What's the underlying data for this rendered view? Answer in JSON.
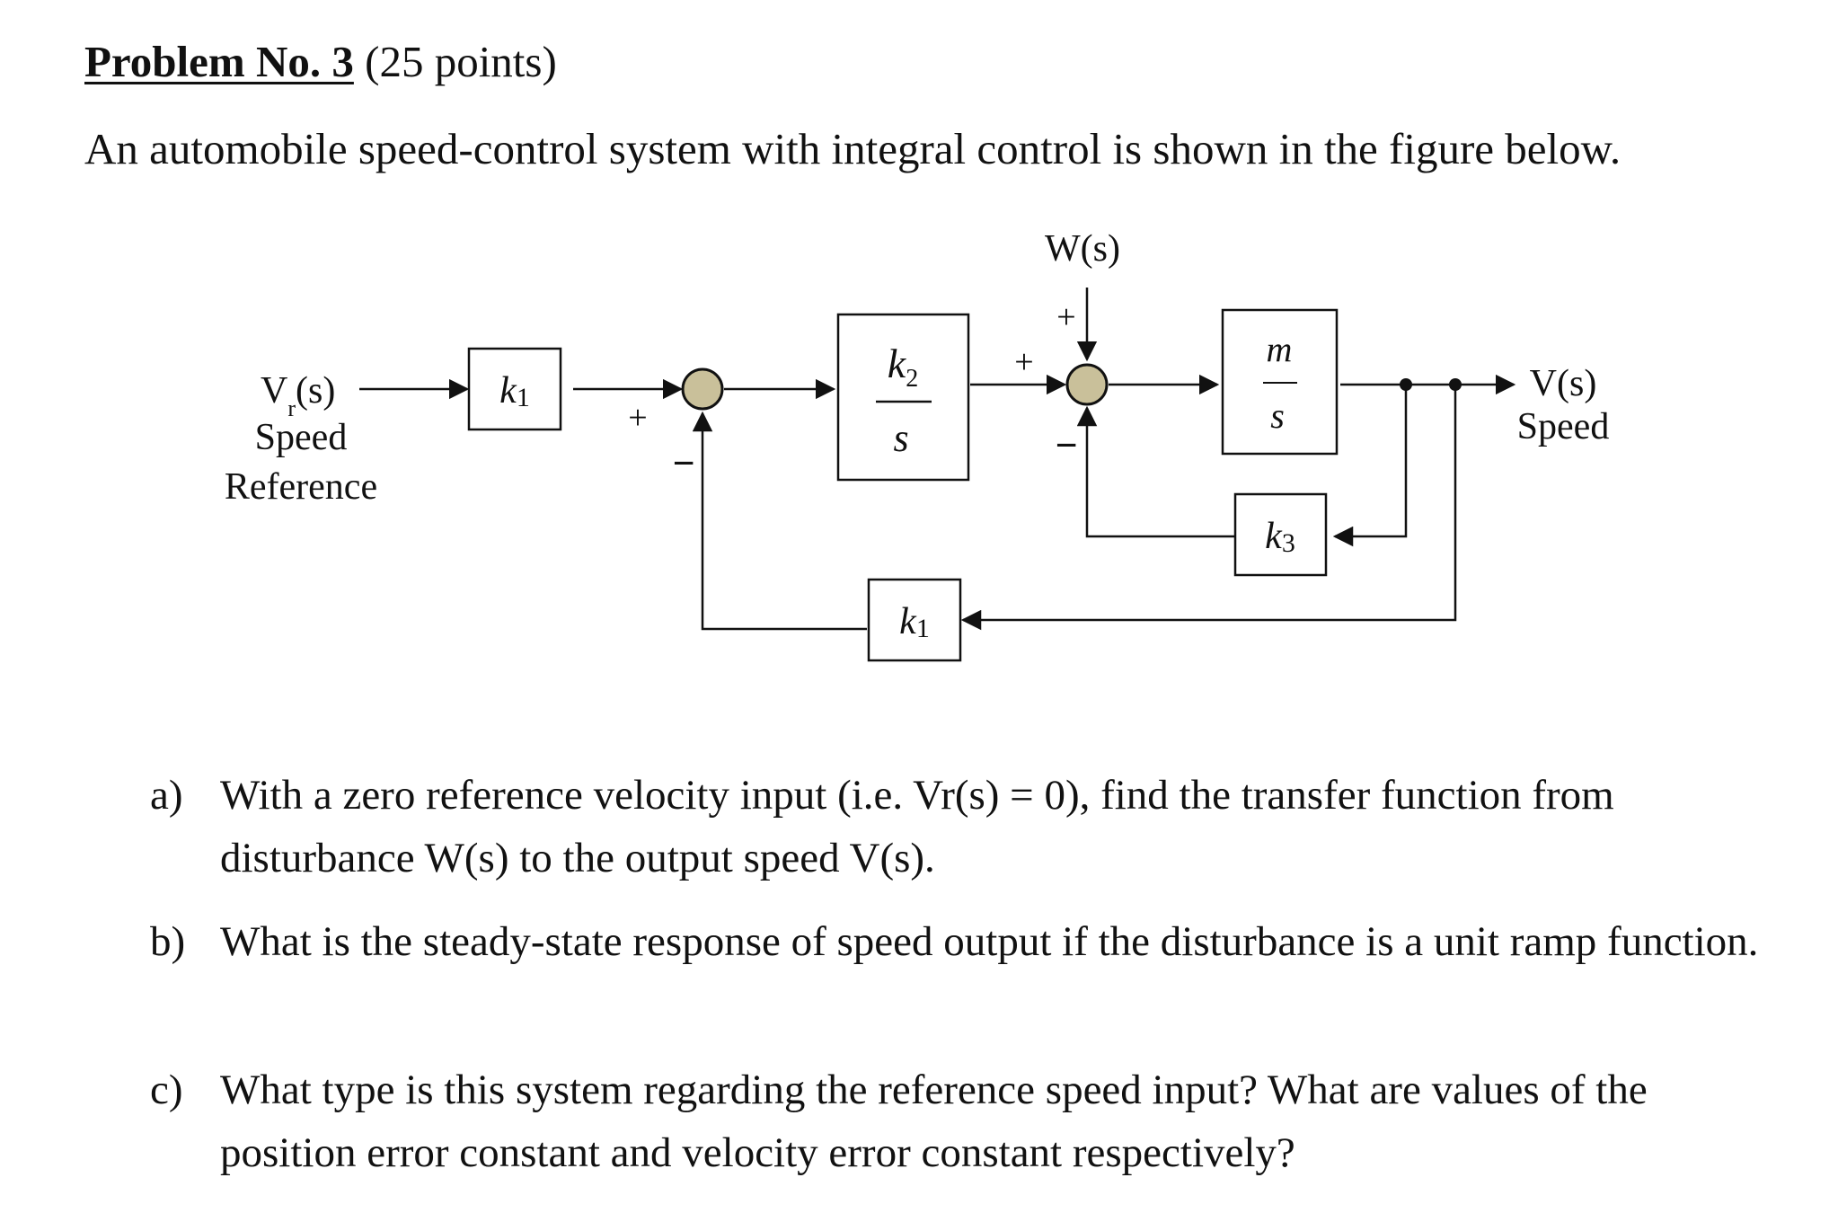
{
  "header": {
    "problem_label": "Problem No. 3",
    "points_label": "(25 points)"
  },
  "intro": "An automobile speed-control system with integral control is shown in the figure below.",
  "diagram": {
    "input_signal": "V",
    "input_subscript": "r",
    "input_suffix": "(s)",
    "input_line2": "Speed",
    "input_line3": "Reference",
    "output_line1": "V(s)",
    "output_line2": "Speed",
    "disturbance": "W(s)",
    "k1_forward": {
      "var": "k",
      "sub": "1"
    },
    "integrator_num": {
      "var": "k",
      "sub": "2"
    },
    "integrator_den": "s",
    "plant_num": "m",
    "plant_den": "s",
    "k3_block": {
      "var": "k",
      "sub": "3"
    },
    "k1_feedback": {
      "var": "k",
      "sub": "1"
    },
    "sum1_plus": "+",
    "sum1_minus": "−",
    "sum2_plus_left": "+",
    "sum2_plus_top": "+",
    "sum2_minus": "−",
    "colors": {
      "summing_fill": "#c9c09a",
      "line": "#111111"
    }
  },
  "questions": [
    {
      "letter": "a)",
      "text": "With a zero reference velocity input (i.e. Vr(s) = 0), find the transfer function from disturbance W(s) to the output speed V(s)."
    },
    {
      "letter": "b)",
      "text": "What is the steady-state response of speed output if the disturbance is a unit ramp function."
    },
    {
      "letter": "c)",
      "text": "What type is this system regarding the reference speed input? What are values of the position error constant and velocity error constant respectively?"
    }
  ]
}
